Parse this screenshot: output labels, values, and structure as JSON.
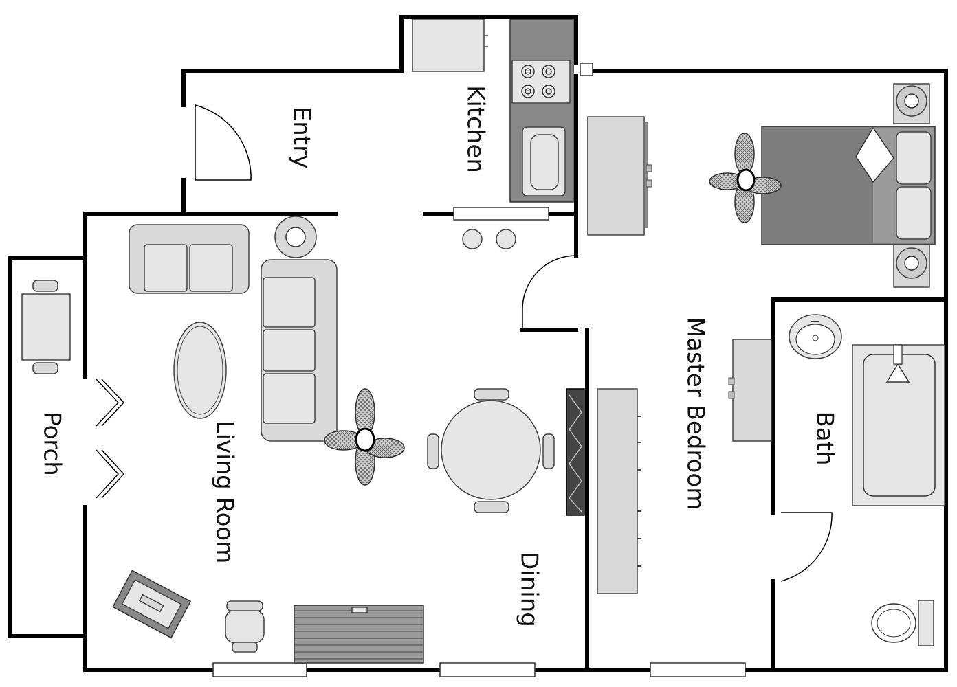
{
  "rooms": {
    "entry": "Entry",
    "kitchen": "Kitchen",
    "porch": "Porch",
    "living_room": "Living Room",
    "dining": "Dining",
    "master_bedroom": "Master Bedroom",
    "bath": "Bath"
  },
  "colors": {
    "wall": "#000000",
    "furniture": "#d9d9d9",
    "dark_furniture": "#888888",
    "background": "#ffffff"
  }
}
